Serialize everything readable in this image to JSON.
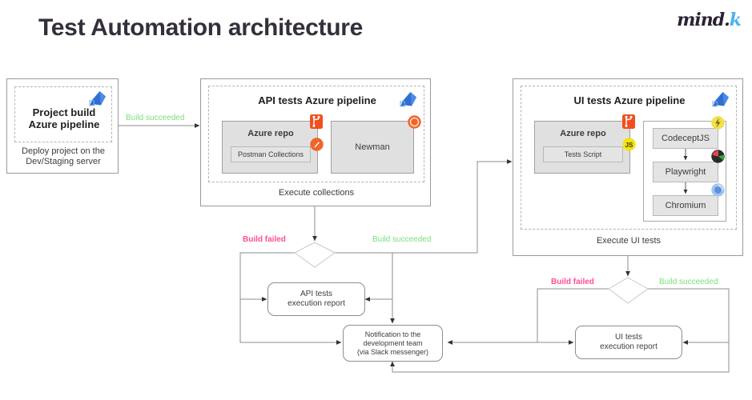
{
  "page": {
    "title": "Test Automation architecture",
    "brand": {
      "part1": "mind",
      "dot": ".",
      "part2": "k"
    }
  },
  "nodes": {
    "project_build": {
      "title_line1": "Project build",
      "title_line2": "Azure pipeline",
      "caption_line1": "Deploy project on the",
      "caption_line2": "Dev/Staging server",
      "icon": "azure-pipelines-icon"
    },
    "api_pipeline": {
      "title": "API tests Azure pipeline",
      "icon": "azure-pipelines-icon",
      "repo_title": "Azure repo",
      "repo_icon": "git-repo-icon",
      "repo_item": "Postman Collections",
      "repo_item_icon": "postman-icon",
      "runner": "Newman",
      "runner_icon": "newman-icon",
      "caption": "Execute collections"
    },
    "ui_pipeline": {
      "title": "UI tests Azure pipeline",
      "icon": "azure-pipelines-icon",
      "repo_title": "Azure repo",
      "repo_icon": "git-repo-icon",
      "repo_item": "Tests Script",
      "repo_item_icon": "javascript-icon",
      "stack": [
        {
          "label": "CodeceptJS",
          "icon": "codeceptjs-icon"
        },
        {
          "label": "Playwright",
          "icon": "playwright-icon"
        },
        {
          "label": "Chromium",
          "icon": "chromium-icon"
        }
      ],
      "caption": "Execute UI tests"
    },
    "api_report": {
      "line1": "API tests",
      "line2": "execution report"
    },
    "ui_report": {
      "line1": "UI tests",
      "line2": "execution report"
    },
    "notification": {
      "line1": "Notification to the",
      "line2": "development team",
      "line3": "(via Slack messenger)"
    }
  },
  "edges": {
    "build_succeeded_1": "Build succeeded",
    "api_build_failed": "Build failed",
    "api_build_succeeded": "Build succeeded",
    "ui_build_failed": "Build failed",
    "ui_build_succeeded": "Build succeeded"
  },
  "colors": {
    "green": "#7ae07a",
    "pink": "#ff4d94",
    "line": "#8d8d8d",
    "title": "#352f3b",
    "brand_accent": "#4ab3ef"
  }
}
